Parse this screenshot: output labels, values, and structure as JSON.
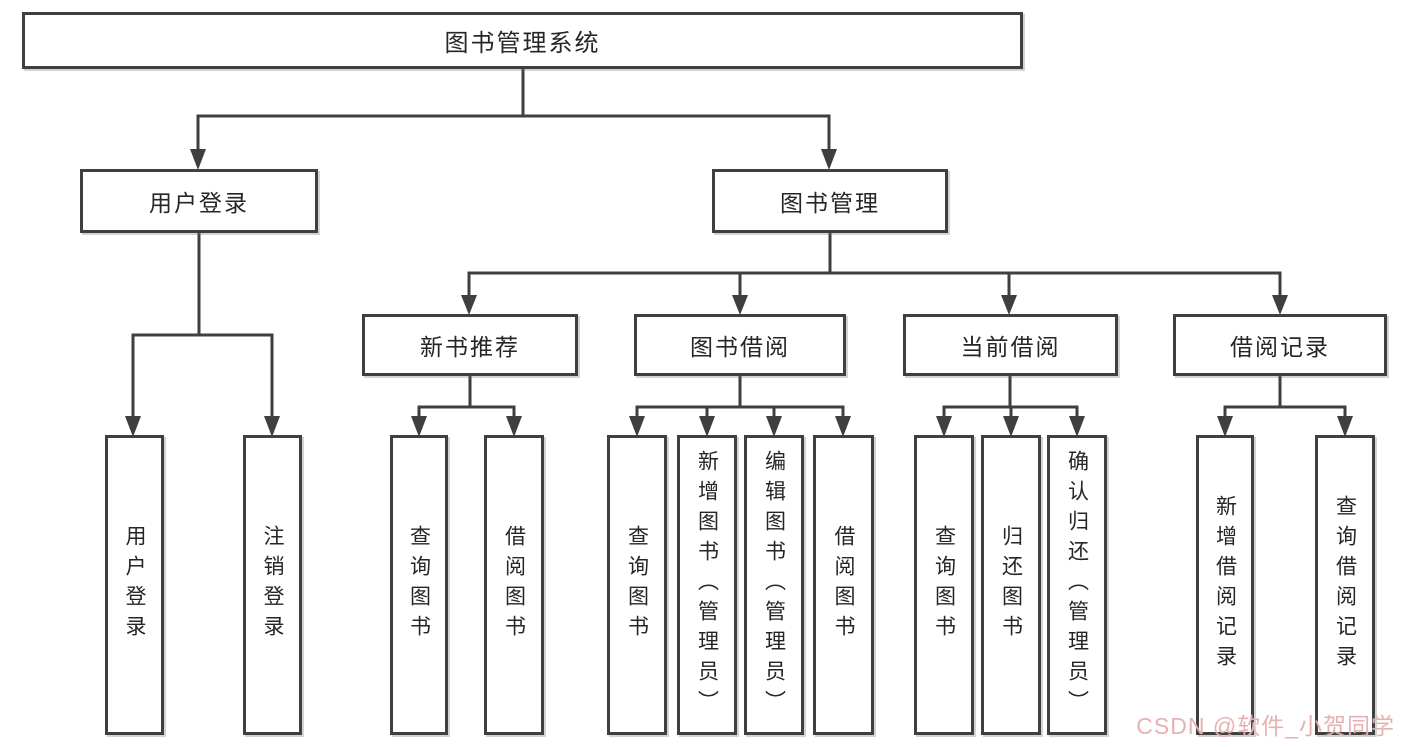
{
  "tree": {
    "label": "图书管理系统",
    "children": [
      {
        "label": "用户登录",
        "children": [
          {
            "label": "用户登录"
          },
          {
            "label": "注销登录"
          }
        ]
      },
      {
        "label": "图书管理",
        "children": [
          {
            "label": "新书推荐",
            "children": [
              {
                "label": "查询图书"
              },
              {
                "label": "借阅图书"
              }
            ]
          },
          {
            "label": "图书借阅",
            "children": [
              {
                "label": "查询图书"
              },
              {
                "label": "新增图书（管理员）"
              },
              {
                "label": "编辑图书（管理员）"
              },
              {
                "label": "借阅图书"
              }
            ]
          },
          {
            "label": "当前借阅",
            "children": [
              {
                "label": "查询图书"
              },
              {
                "label": "归还图书"
              },
              {
                "label": "确认归还（管理员）"
              }
            ]
          },
          {
            "label": "借阅记录",
            "children": [
              {
                "label": "新增借阅记录"
              },
              {
                "label": "查询借阅记录"
              }
            ]
          }
        ]
      }
    ]
  },
  "watermark": {
    "text": "CSDN @软件_小贺同学",
    "color": "#e5aaaa"
  },
  "colors": {
    "line": "#3f3f3f",
    "box_border": "#3f3f3f",
    "box_fill": "#ffffff",
    "text": "#262626",
    "background": "#ffffff"
  }
}
